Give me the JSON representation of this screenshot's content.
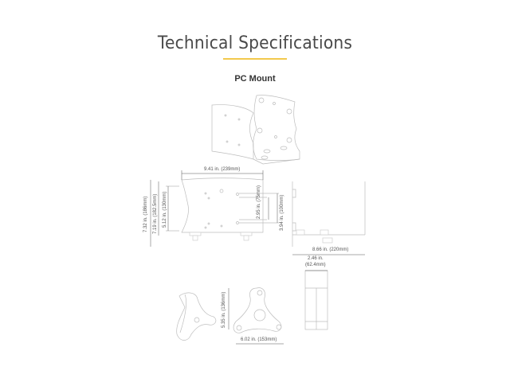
{
  "header": {
    "title": "Technical Specifications",
    "accent_color": "#f2c94c",
    "subtitle": "PC Mount"
  },
  "views": {
    "isometric": {
      "label": "PC mount isometric view"
    },
    "front": {
      "width": "9.41 in. (239mm)",
      "height_overall": "7.32 in. (186mm)",
      "height_inner": "7.19 in. (182.5mm)",
      "height_holes": "5.12 in. (130mm)",
      "vesa_small": "2.95 in. (75mm)",
      "vesa_large": "3.94 in. (100mm)"
    },
    "side": {
      "depth": "8.66 in. (220mm)"
    },
    "bracket": {
      "height": "5.35 in. (136mm)",
      "width": "6.02 in. (153mm)"
    },
    "bracket_side": {
      "thickness_line1": "2.46 in.",
      "thickness_line2": "(62.4mm)"
    }
  }
}
